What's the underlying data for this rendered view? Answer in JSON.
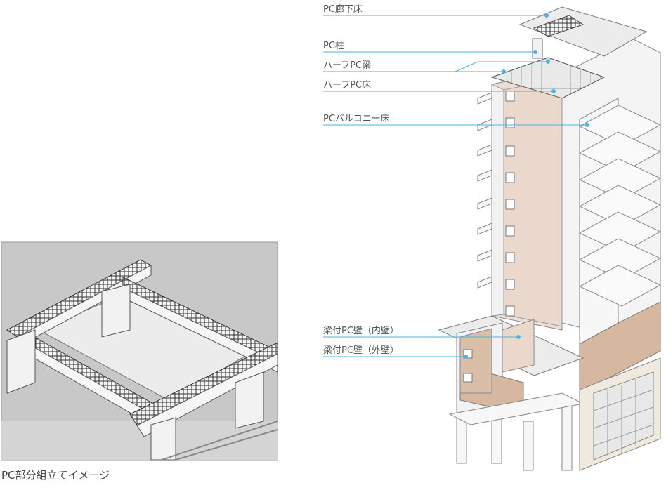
{
  "callouts": {
    "corridor_floor": "PC廊下床",
    "column": "PC柱",
    "half_beam": "ハーフPC梁",
    "half_floor": "ハーフPC床",
    "balcony_floor": "PCバルコニー床",
    "inner_wall": "梁付PC壁（内壁）",
    "outer_wall": "梁付PC壁（外壁）"
  },
  "caption": "PC部分組立てイメージ",
  "colors": {
    "leader": "#4fb3e0",
    "dot": "#4fb3e0",
    "wall_panel": "#ead8cc",
    "outer_panel": "#d9bfa8",
    "photo_bg": "#c8c8c8"
  }
}
